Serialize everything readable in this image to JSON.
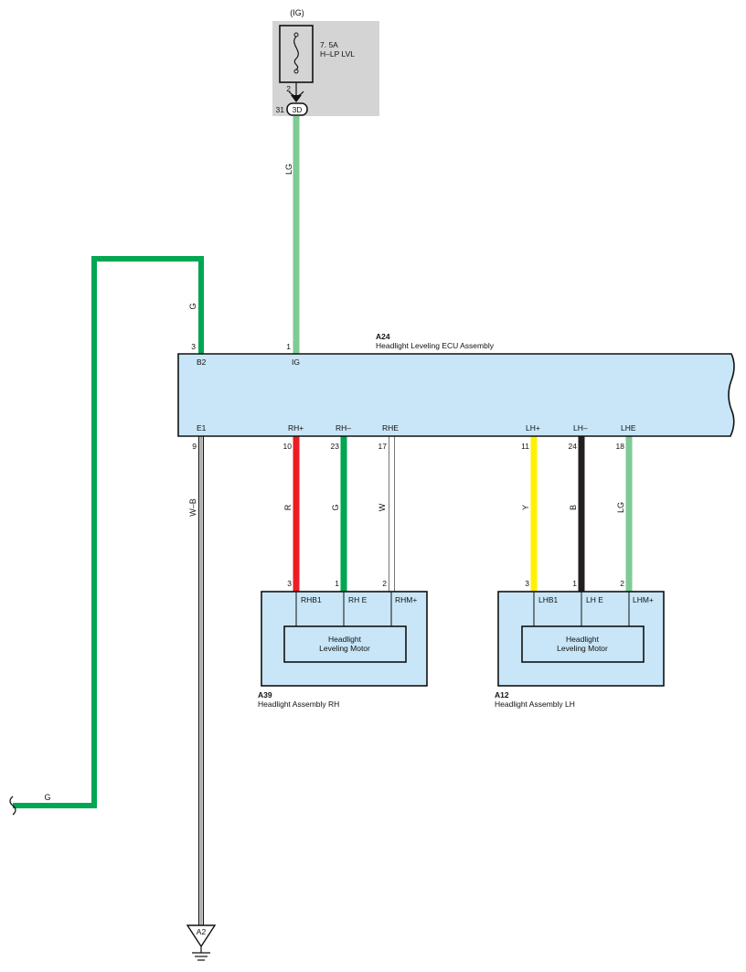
{
  "fuse": {
    "supply": "(IG)",
    "rating": "7. 5A",
    "name": "H–LP LVL",
    "pin_out": "2",
    "connector": "3D",
    "connector_pin": "31"
  },
  "ecu": {
    "code": "A24",
    "name": "Headlight Leveling ECU Assembly",
    "top_pins": [
      {
        "num": "3",
        "label": "B2"
      },
      {
        "num": "1",
        "label": "IG"
      }
    ],
    "bottom_pins": [
      {
        "num": "9",
        "label": "E1"
      },
      {
        "num": "10",
        "label": "RH+"
      },
      {
        "num": "23",
        "label": "RH–"
      },
      {
        "num": "17",
        "label": "RHE"
      },
      {
        "num": "11",
        "label": "LH+"
      },
      {
        "num": "24",
        "label": "LH–"
      },
      {
        "num": "18",
        "label": "LHE"
      }
    ]
  },
  "wires": {
    "ig": "LG",
    "b2": "G",
    "e1": "W–B",
    "rh_plus": "R",
    "rh_minus": "G",
    "rhe": "W",
    "lh_plus": "Y",
    "lh_minus": "B",
    "lhe": "LG",
    "g_left": "G"
  },
  "rh_assembly": {
    "code": "A39",
    "name": "Headlight Assembly RH",
    "pins": [
      {
        "num": "3",
        "label": "RHB1"
      },
      {
        "num": "1",
        "label": "RH E"
      },
      {
        "num": "2",
        "label": "RHM+"
      }
    ],
    "motor_line1": "Headlight",
    "motor_line2": "Leveling Motor"
  },
  "lh_assembly": {
    "code": "A12",
    "name": "Headlight Assembly LH",
    "pins": [
      {
        "num": "3",
        "label": "LHB1"
      },
      {
        "num": "1",
        "label": "LH E"
      },
      {
        "num": "2",
        "label": "LHM+"
      }
    ],
    "motor_line1": "Headlight",
    "motor_line2": "Leveling Motor"
  },
  "ground": {
    "code": "A2"
  },
  "colors": {
    "LG": "#7ecb94",
    "G": "#00a651",
    "R": "#ed1c24",
    "Y": "#fff200",
    "B": "#231f20",
    "W": "#ffffff",
    "panel": "#c8e6f7",
    "fuse_bg": "#d4d4d4"
  }
}
